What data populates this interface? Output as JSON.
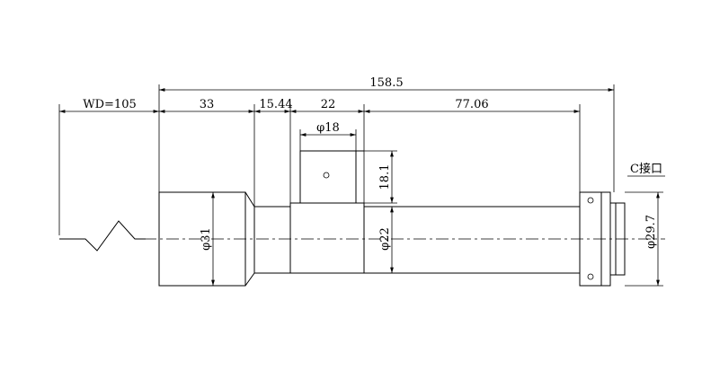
{
  "dimensions": {
    "total_length": "158.5",
    "working_distance": "WD=105",
    "front_length": "33",
    "taper_length": "15.44",
    "mount_width": "22",
    "rear_length": "77.06"
  },
  "diameters": {
    "front_barrel": "φ31",
    "main_barrel": "φ22",
    "top_block": "φ18",
    "c_mount": "φ29.7"
  },
  "heights": {
    "top_block": "18.1"
  },
  "labels": {
    "mount_type": "C接口"
  }
}
